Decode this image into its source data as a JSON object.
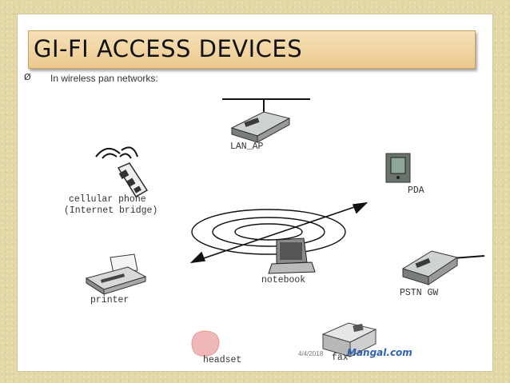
{
  "slide": {
    "title": "GI-FI ACCESS DEVICES",
    "bullet_symbol": "Ø",
    "intro_text": "In wireless pan networks:"
  },
  "devices": {
    "lan_ap": "LAN_AP",
    "pda": "PDA",
    "cellular_phone": "cellular phone",
    "cellular_phone_sub": "(Internet bridge)",
    "notebook": "notebook",
    "printer": "printer",
    "pstn_gw": "PSTN GW",
    "headset": "headset",
    "fax": "fax"
  },
  "footer": {
    "date": "4/4/2018",
    "brand": "Mangal.com"
  },
  "colors": {
    "background": "#e4d7a6",
    "title_fill": "#f0d4a0",
    "brand": "#2f5fb0"
  }
}
